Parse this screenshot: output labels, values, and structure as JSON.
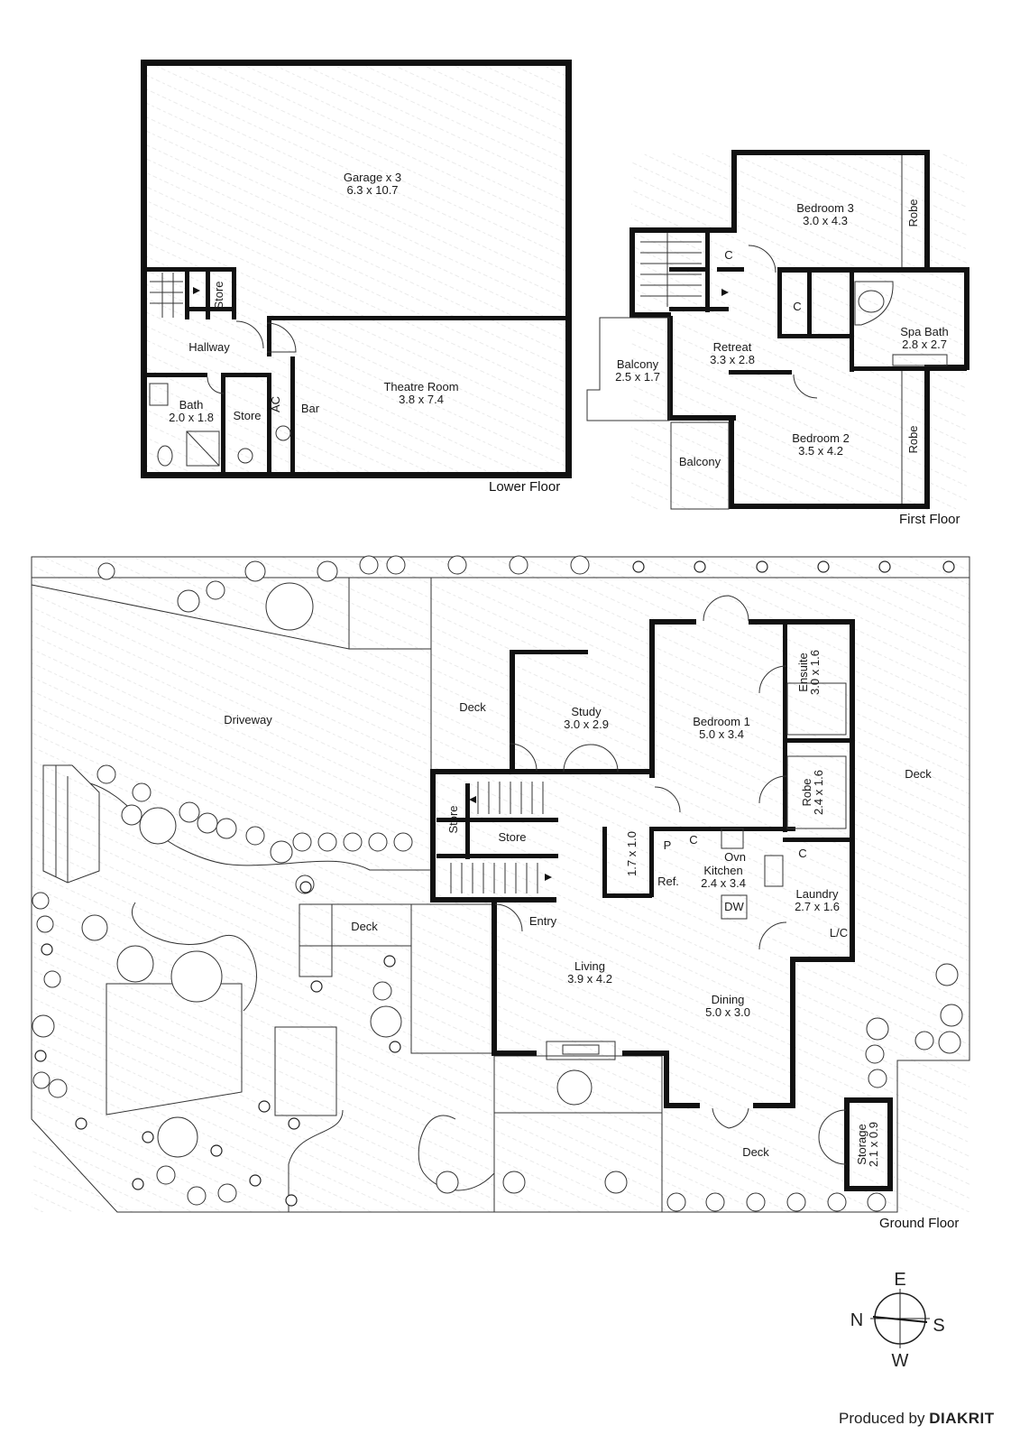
{
  "floors": {
    "lower": "Lower Floor",
    "first": "First Floor",
    "ground": "Ground Floor"
  },
  "lower_rooms": {
    "garage": {
      "name": "Garage x 3",
      "dims": "6.3 x 10.7"
    },
    "store_top": "Store",
    "hallway": "Hallway",
    "theatre": {
      "name": "Theatre Room",
      "dims": "3.8 x 7.4"
    },
    "bath": {
      "name": "Bath",
      "dims": "2.0 x 1.8"
    },
    "store": "Store",
    "ac": "AC",
    "bar": "Bar"
  },
  "first_rooms": {
    "bedroom3": {
      "name": "Bedroom 3",
      "dims": "3.0 x 4.3"
    },
    "robe3": "Robe",
    "c1": "C",
    "c2": "C",
    "spa": {
      "name": "Spa Bath",
      "dims": "2.8 x 2.7"
    },
    "retreat": {
      "name": "Retreat",
      "dims": "3.3 x 2.8"
    },
    "balcony1": {
      "name": "Balcony",
      "dims": "2.5 x 1.7"
    },
    "bedroom2": {
      "name": "Bedroom 2",
      "dims": "3.5 x 4.2"
    },
    "robe2": "Robe",
    "balcony2": "Balcony"
  },
  "ground_rooms": {
    "driveway": "Driveway",
    "deck_top": "Deck",
    "study": {
      "name": "Study",
      "dims": "3.0 x 2.9"
    },
    "bedroom1": {
      "name": "Bedroom 1",
      "dims": "5.0 x 3.4"
    },
    "ensuite": {
      "name": "Ensuite",
      "dims": "3.0 x 1.6"
    },
    "deck_right": "Deck",
    "robe": {
      "name": "Robe",
      "dims": "2.4 x 1.6"
    },
    "store_v": "Store",
    "store_h": "Store",
    "wc": "1.7 x 1.0",
    "p": "P",
    "c_kitchen": "C",
    "ovn": "Ovn",
    "kitchen": {
      "name": "Kitchen",
      "dims": "2.4 x 3.4"
    },
    "ref": "Ref.",
    "dw": "DW",
    "c_laundry": "C",
    "laundry": {
      "name": "Laundry",
      "dims": "2.7 x 1.6"
    },
    "lc": "L/C",
    "deck_mid": "Deck",
    "entry": "Entry",
    "living": {
      "name": "Living",
      "dims": "3.9 x 4.2"
    },
    "dining": {
      "name": "Dining",
      "dims": "5.0 x 3.0"
    },
    "deck_bottom": "Deck",
    "storage": {
      "name": "Storage",
      "dims": "2.1 x 0.9"
    }
  },
  "compass": {
    "n": "N",
    "e": "E",
    "s": "S",
    "w": "W"
  },
  "credit": {
    "prefix": "Produced by",
    "brand": "DIAKRIT"
  },
  "colors": {
    "wall": "#111111",
    "line": "#333333",
    "background": "#ffffff"
  }
}
